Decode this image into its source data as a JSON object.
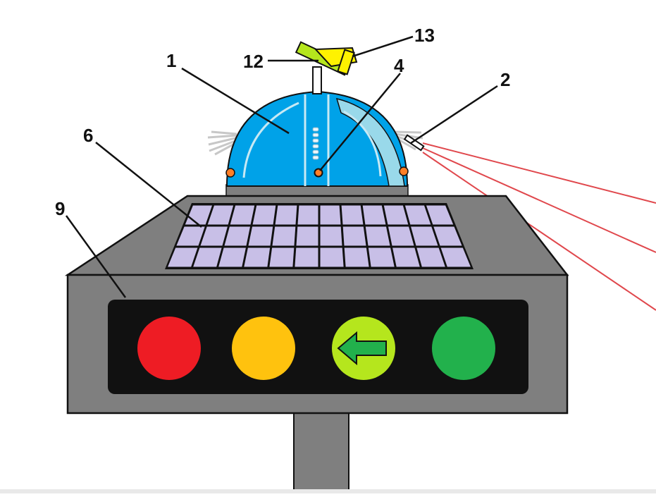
{
  "labels": {
    "l1": "1",
    "l2": "2",
    "l4": "4",
    "l6": "6",
    "l9": "9",
    "l12": "12",
    "l13": "13"
  },
  "signals": [
    {
      "name": "red",
      "color": "#ee1c24"
    },
    {
      "name": "amber",
      "color": "#ffc20e"
    },
    {
      "name": "arrow-left",
      "color": "#b5e61d",
      "arrow_color": "#22b14c"
    },
    {
      "name": "green",
      "color": "#22b14c"
    }
  ],
  "colors": {
    "housing": "#7f7f7f",
    "visor": "#111111",
    "solar_cell": "#c8bfe7",
    "dome": "#00a2e8",
    "dome_light": "#99d9ea",
    "laser": "#e0474c",
    "sensor": "#ff7f27",
    "mount": "#b5e61d",
    "camera": "#fff200"
  }
}
